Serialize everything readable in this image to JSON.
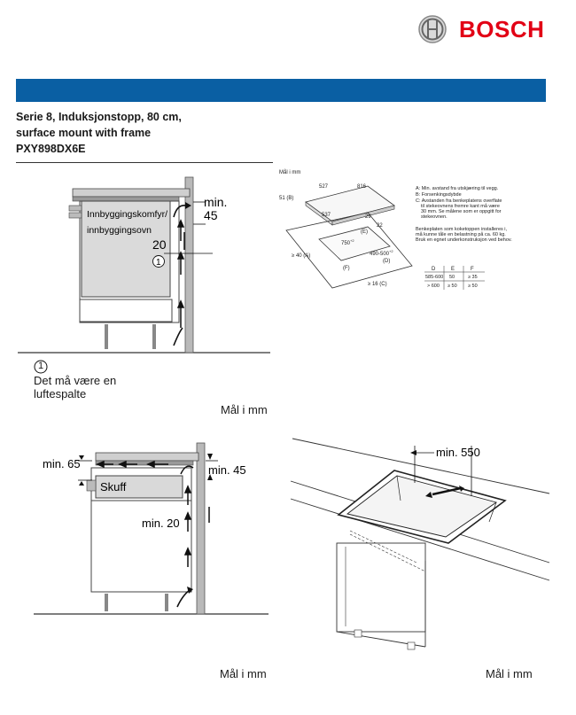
{
  "brand": {
    "name": "BOSCH",
    "color": "#e20015",
    "logo_icon": "bosch-armature-icon"
  },
  "header": {
    "bar_color": "#0a5fa3"
  },
  "product": {
    "title_line1": "Serie 8, Induksjonstopp, 80 cm,",
    "title_line2": "surface mount with frame",
    "model": "PXY898DX6E"
  },
  "diagram1": {
    "label_appliance_line1": "Innbyggingskomfyr/",
    "label_appliance_line2": "innbyggingsovn",
    "label_min": "min.",
    "label_45": "45",
    "label_20": "20",
    "label_callout": "1",
    "note_number": "1",
    "note_line1": "Det må være en",
    "note_line2": "luftespalte",
    "units": "Mål i mm"
  },
  "diagram2": {
    "units_top": "Mål i mm",
    "dim_527": "527",
    "dim_816": "816",
    "dim_51": "51 (B)",
    "dim_537": "537",
    "dim_29": "29",
    "dim_22": "22",
    "dim_E": "(E)",
    "dim_750": "750",
    "dim_750_sup": "+2",
    "dim_490_500": "490-500",
    "dim_490_sup": "+2",
    "dim_D": "(D)",
    "dim_40A": "≥ 40 (A)",
    "dim_F": "(F)",
    "dim_16C": "≥ 16 (C)",
    "legend_A": "A: Min. avstand fra utskjæring til vegg.",
    "legend_B": "B: Forsenkingsdybde",
    "legend_C1": "C: Avstanden fra benkeplatens overflate",
    "legend_C2": "til stekeovnens fremre kant må være",
    "legend_C3": "30 mm. Se målene som er oppgitt for",
    "legend_C4": "stekeovnen.",
    "benk_1": "Benkeplaten som koketoppen installeres i,",
    "benk_2": "må kunne tåle en belastning på ca. 60 kg.",
    "benk_3": "Bruk en egnet underkonstruksjon ved behov.",
    "table": {
      "headers": [
        "D",
        "E",
        "F"
      ],
      "rows": [
        [
          "585-600",
          "50",
          "≥ 35"
        ],
        [
          "> 600",
          "≥ 50",
          "≥ 50"
        ]
      ]
    }
  },
  "diagram3": {
    "label_min65": "min. 65",
    "label_min45": "min. 45",
    "label_drawer": "Skuff",
    "label_min20": "min. 20",
    "units": "Mål i mm"
  },
  "diagram4": {
    "label_min550": "min. 550",
    "units": "Mål i mm"
  }
}
